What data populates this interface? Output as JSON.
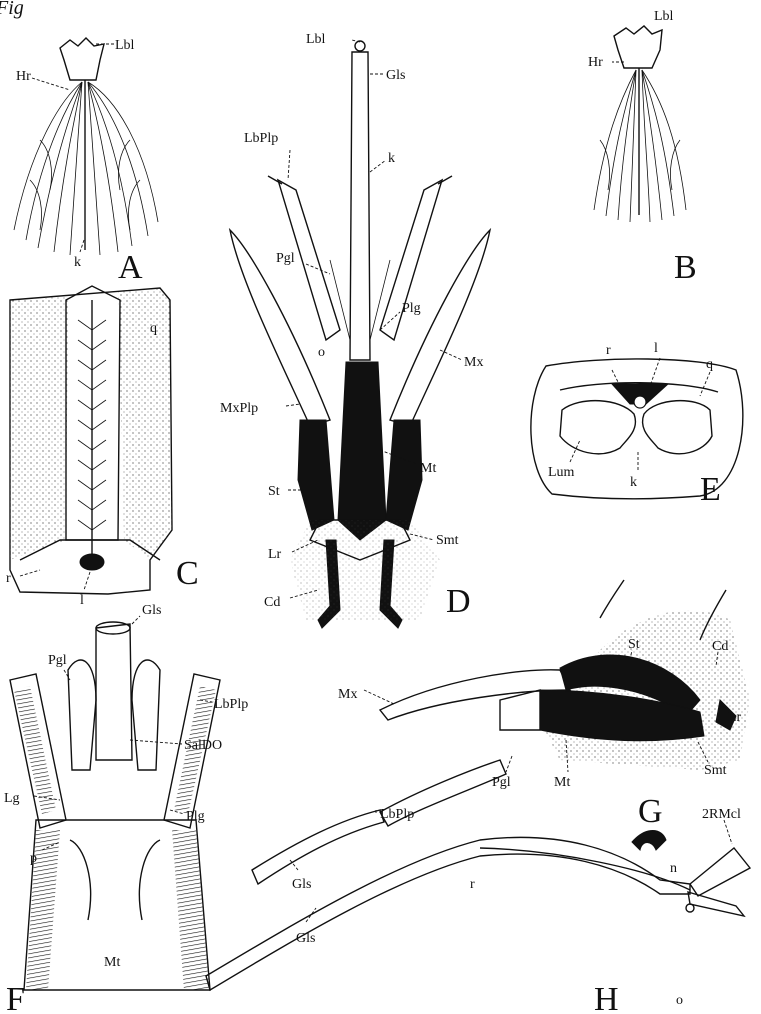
{
  "figure": {
    "title": "Fig",
    "panel_letters": {
      "A": "A",
      "B": "B",
      "C": "C",
      "D": "D",
      "E": "E",
      "F": "F",
      "G": "G",
      "H": "H"
    },
    "labels": {
      "A": {
        "lbl": "Lbl",
        "hr": "Hr",
        "k": "k"
      },
      "B": {
        "lbl": "Lbl",
        "hr": "Hr"
      },
      "C": {
        "q": "q",
        "r": "r",
        "l": "l"
      },
      "D": {
        "lbl": "Lbl",
        "gls": "Gls",
        "lbplp": "LbPlp",
        "k": "k",
        "pgl": "Pgl",
        "plg": "Plg",
        "o": "o",
        "mx": "Mx",
        "mxplp": "MxPlp",
        "mt": "Mt",
        "st": "St",
        "smt": "Smt",
        "lr": "Lr",
        "cd": "Cd"
      },
      "E": {
        "r": "r",
        "l": "l",
        "q": "q",
        "lum": "Lum",
        "k": "k"
      },
      "F": {
        "gls": "Gls",
        "pgl": "Pgl",
        "lbplp": "LbPlp",
        "saldo": "SalDO",
        "lg": "Lg",
        "plg": "Plg",
        "p": "p",
        "mt": "Mt"
      },
      "G": {
        "st": "St",
        "cd": "Cd",
        "mx": "Mx",
        "lr": "Lr",
        "pgl": "Pgl",
        "mt": "Mt",
        "smt": "Smt",
        "lbplp": "LbPlp",
        "gls": "Gls"
      },
      "H": {
        "rmcl": "2RMcl",
        "n": "n",
        "r": "r",
        "gls": "Gls",
        "o": "o"
      }
    }
  }
}
